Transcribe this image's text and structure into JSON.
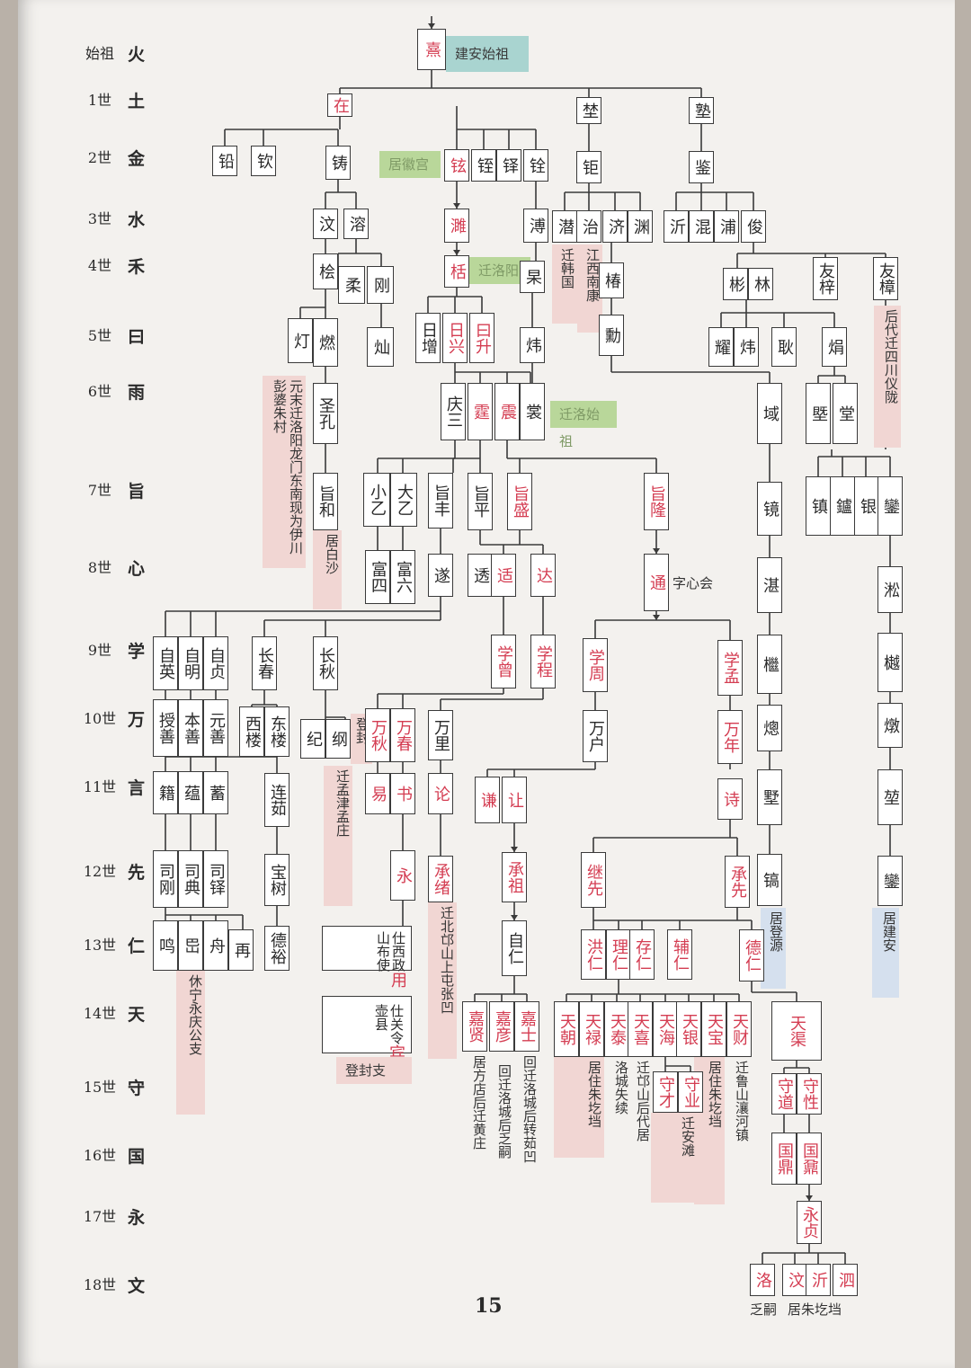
{
  "generations": [
    {
      "label": "始祖",
      "char": "火"
    },
    {
      "label": "1世",
      "char": "土"
    },
    {
      "label": "2世",
      "char": "金"
    },
    {
      "label": "3世",
      "char": "水"
    },
    {
      "label": "4世",
      "char": "禾"
    },
    {
      "label": "5世",
      "char": "曰"
    },
    {
      "label": "6世",
      "char": "雨"
    },
    {
      "label": "7世",
      "char": "旨"
    },
    {
      "label": "8世",
      "char": "心"
    },
    {
      "label": "9世",
      "char": "学"
    },
    {
      "label": "10世",
      "char": "万"
    },
    {
      "label": "11世",
      "char": "言"
    },
    {
      "label": "12世",
      "char": "先"
    },
    {
      "label": "13世",
      "char": "仁"
    },
    {
      "label": "14世",
      "char": "天"
    },
    {
      "label": "15世",
      "char": "守"
    },
    {
      "label": "16世",
      "char": "国"
    },
    {
      "label": "17世",
      "char": "永"
    },
    {
      "label": "18世",
      "char": "文"
    }
  ],
  "nodes": {
    "xi": "熹",
    "g1_zai": "在",
    "g1_yi": "埜",
    "g1_shu": "塾",
    "g2_qian": "铅",
    "g2_qin": "钦",
    "g2_zhu": "铸",
    "g2_xuan": "铉",
    "g2_jing": "铚",
    "g2_zheng": "铎",
    "g2_quan": "铨",
    "g2_ju": "钜",
    "g2_jian": "鉴",
    "g3_wen": "汶",
    "g3_rong": "溶",
    "g3_huai": "濉",
    "g3_xun": "溥",
    "g3_qian": "潜",
    "g3_zhi": "治",
    "g3_ji": "济",
    "g3_yuan": "渊",
    "g3_yi": "沂",
    "g3_hun": "混",
    "g3_pu": "浦",
    "g3_jun": "俊",
    "g4_hui": "桧",
    "g4_rou": "柔",
    "g4_gang": "刚",
    "g4_tian": "栝",
    "g4_gao": "杲",
    "g4_chun": "椿",
    "g4_bin": "彬",
    "g4_lin": "林",
    "g4_youzi": "友梓",
    "g4_youzhang": "友樟",
    "g5_deng": "灯",
    "g5_ran": "燃",
    "g5_can": "灿",
    "g5_rizeng": "日增",
    "g5_rixing": "日兴",
    "g5_risheng": "曰升",
    "g5_wei": "炜",
    "g5_xun": "勳",
    "g5_yao": "耀",
    "g5_wei2": "炜",
    "g5_geng": "耿",
    "g5_juan": "焆",
    "g6_shengkong": "圣孔",
    "g6_qingsan": "庆三",
    "g6_ting": "霆",
    "g6_zhen": "震",
    "g6_chang": "裳",
    "g6_yu": "域",
    "g6_ji": "塈",
    "g6_tang": "堂",
    "g7_zhihe": "旨和",
    "g7_xiaoyi": "小乙",
    "g7_dayi": "大乙",
    "g7_zhifeng": "旨丰",
    "g7_zhiping": "旨平",
    "g7_zhisheng": "旨盛",
    "g7_zhilong": "旨隆",
    "g7_jing": "镜",
    "g7_zhen": "镇",
    "g7_lu": "鑪",
    "g7_yin": "银",
    "g7_luan": "鑾",
    "g8_fusi": "富四",
    "g8_fuliu": "富六",
    "g8_sui": "遂",
    "g8_tou": "透",
    "g8_shi": "适",
    "g8_da": "达",
    "g8_tong": "通",
    "g8_zhan": "湛",
    "g8_song": "淞",
    "g9_ziying": "自英",
    "g9_ziming": "自明",
    "g9_zizhen": "自贞",
    "g9_changchun": "长春",
    "g9_changqiu": "长秋",
    "g9_xuezeng": "学曾",
    "g9_xuecheng": "学程",
    "g9_xuezhou": "学周",
    "g9_xuemeng": "学孟",
    "g9_ji": "檵",
    "g9_ji2": "樾",
    "g10_shoushan": "授善",
    "g10_benshan": "本善",
    "g10_yuanshan": "元善",
    "g10_xilou": "西楼",
    "g10_donglou": "东楼",
    "g10_ji": "纪",
    "g10_gang": "纲",
    "g10_dengfeng": "登封",
    "g10_wanqiu": "万秋",
    "g10_wanchun": "万春",
    "g10_wanli": "万里",
    "g10_wanhu": "万户",
    "g10_wannian": "万年",
    "g10_xun": "熜",
    "g10_xun2": "燉",
    "g11_ji": "籍",
    "g11_yun": "蕴",
    "g11_xu": "蓄",
    "g11_lianru": "连茹",
    "g11_yi": "易",
    "g11_shu": "书",
    "g11_lun": "论",
    "g11_qian": "谦",
    "g11_rang": "让",
    "g11_shi": "诗",
    "g11_shu2": "墅",
    "g11_kun": "堃",
    "g12_sigang": "司刚",
    "g12_sidian": "司典",
    "g12_siduo": "司铎",
    "g12_baoshu": "宝树",
    "g12_yong": "永",
    "g12_chengxu": "承绪",
    "g12_chengzu": "承祖",
    "g12_jixian": "继先",
    "g12_chengxian": "承先",
    "g12_gao": "镐",
    "g12_luan": "鑾",
    "g13_ming": "鸣",
    "g13_gao": "岊",
    "g13_zhou": "舟",
    "g13_zai": "再",
    "g13_deyu": "德裕",
    "g13_ziren": "自仁",
    "g13_hongren": "洪仁",
    "g13_liren": "理仁",
    "g13_cunren": "存仁",
    "g13_furen": "辅仁",
    "g13_deren": "德仁",
    "g14_jiaxian": "嘉贤",
    "g14_jiayan": "嘉彦",
    "g14_jiashi": "嘉士",
    "g14_tianchao": "天朝",
    "g14_tianlu": "天禄",
    "g14_tiantai": "天泰",
    "g14_tianxi": "天喜",
    "g14_tianhai": "天海",
    "g14_tianyin": "天银",
    "g14_tianbao": "天宝",
    "g14_tiancai": "天财",
    "g14_tianqu": "天渠",
    "g15_shoucai": "守才",
    "g15_shouye": "守业",
    "g15_shoudao": "守道",
    "g15_shouxing": "守性",
    "g16_guoding": "国鼎",
    "g16_guoding2": "国鼐",
    "g17_yongzhen": "永贞",
    "g18_luo": "洛",
    "g18_wen": "汶",
    "g18_yi": "沂",
    "g18_si": "泗"
  },
  "captions": {
    "yong_desc": "仕山",
    "yong_desc2": "西布",
    "yong_desc3": "政使",
    "yong_red": "用",
    "bin_desc": "仕壶",
    "bin_desc2": "关县",
    "bin_desc3": "令",
    "bin_red": "宾"
  },
  "tags": {
    "jianan": "建安始祖",
    "huizhou_g2": "居徽宫",
    "huizhou_g4": "迁洛阳",
    "luoyang": "迁洛始祖",
    "zi": "字心会",
    "dengfeng": "登封支"
  },
  "notes": {
    "gaoyi": "迁韩国",
    "jiangxi": "江西南康",
    "sichuan": "后代迁四川仪陇",
    "yiyang": "元末迁洛阳龙门东南现为伊川彭婆朱村",
    "baisha": "居白沙",
    "mengjin": "迁孟津孟庄",
    "beiming": "迁北邙山上屯张凹",
    "xiuning": "休宁永庆公支",
    "fang": "居方店后迁黄庄",
    "luocheng": "回迁洛城后乏嗣",
    "zhuanru": "回迁洛城后转茹凹",
    "zhuang": "居住朱圪垱",
    "luocheng2": "洛城失续",
    "mangshan": "迁邙山后代居",
    "anshan": "迁安滩",
    "zhugedang": "居住朱圪垱",
    "lanhe": "迁鲁山瀼河镇",
    "dengyuan": "居登源",
    "jianan2": "居建安",
    "fa_si": "乏嗣",
    "ju_zhu": "居朱圪垱"
  },
  "page_number": "15"
}
